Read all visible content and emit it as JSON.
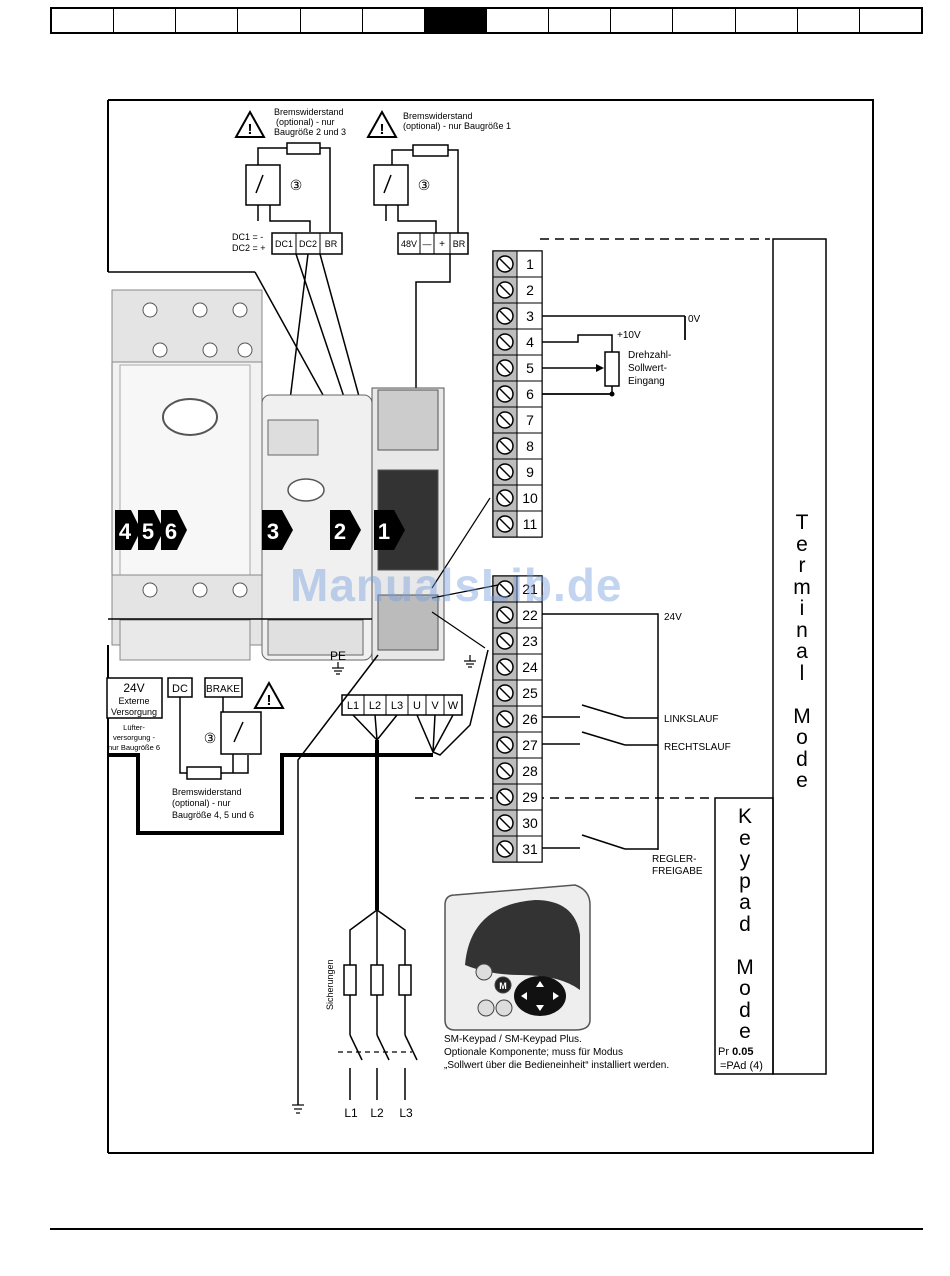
{
  "nav": {
    "cells": 14,
    "active_index": 6
  },
  "brake_top_left": {
    "line1": "Bremswiderstand",
    "line2": "(optional)  - nur",
    "line3": "Baugröße 2 und 3"
  },
  "brake_top_right": {
    "line1": "Bremswiderstand",
    "line2": "(optional) - nur Baugröße 1"
  },
  "dc_labels": {
    "dc1": "DC1 = -",
    "dc2": "DC2 = +"
  },
  "dc_terminals": [
    "DC1",
    "DC2",
    "BR"
  ],
  "dc48_terminals": [
    "48V",
    "—",
    "+",
    "BR"
  ],
  "circle_3": "③",
  "control_terminals_a": [
    "1",
    "2",
    "3",
    "4",
    "5",
    "6",
    "7",
    "8",
    "9",
    "10",
    "11"
  ],
  "control_terminals_b": [
    "21",
    "22",
    "23",
    "24",
    "25",
    "26",
    "27",
    "28",
    "29",
    "30",
    "31"
  ],
  "signals": {
    "zero_v": "0V",
    "plus10v": "+10V",
    "speed_ref_1": "Drehzahl-",
    "speed_ref_2": "Sollwert-",
    "speed_ref_3": "Eingang",
    "v24": "24V",
    "linkslauf": "LINKSLAUF",
    "rechtslauf": "RECHTSLAUF",
    "regler_1": "REGLER-",
    "regler_2": "FREIGABE"
  },
  "frame_numbers": [
    "4",
    "5",
    "6",
    "3",
    "2",
    "1"
  ],
  "pe_label": "PE",
  "ext24": {
    "v": "24V",
    "line1": "Externe",
    "line2": "Versorgung"
  },
  "fan_supply": {
    "line1": "Lüfter-",
    "line2": "versorgung -",
    "line3": "nur Baugröße 6"
  },
  "dc_box": "DC",
  "brake_box": "BRAKE",
  "brake_bottom": {
    "line1": "Bremswiderstand",
    "line2": "(optional)  - nur",
    "line3": "Baugröße 4, 5 und 6"
  },
  "power_terminals": [
    "L1",
    "L2",
    "L3",
    "U",
    "V",
    "W"
  ],
  "fuses_label": "Sicherungen",
  "mains": [
    "L1",
    "L2",
    "L3"
  ],
  "terminal_mode": "Terminal Mode",
  "keypad_mode": "Keypad Mode",
  "pr": {
    "prefix": "Pr ",
    "value": "0.05",
    "line2": "=PAd (4)"
  },
  "keypad_caption": {
    "line1": "SM-Keypad / SM-Keypad Plus.",
    "line2": "Optionale Komponente;  muss für Modus",
    "line3": "„Sollwert über die Bedieneinheit“ installiert werden."
  },
  "watermark": "ManualsLib.de"
}
